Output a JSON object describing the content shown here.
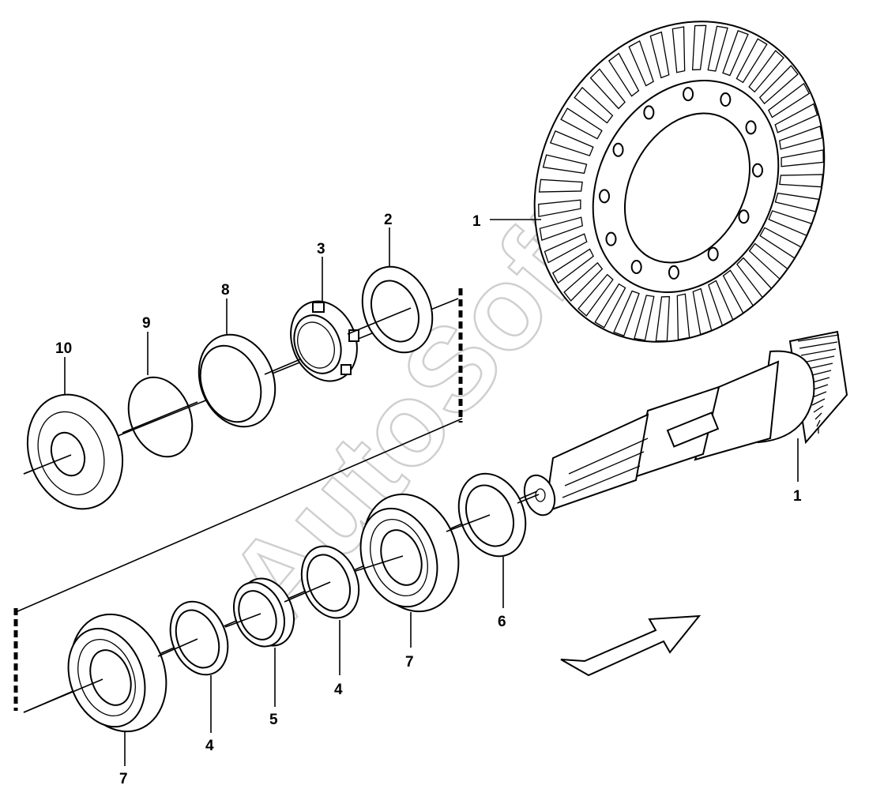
{
  "callouts": {
    "c1_ring": "1",
    "c1_pinion": "1",
    "c2": "2",
    "c3": "3",
    "c4_left": "4",
    "c4_right": "4",
    "c5": "5",
    "c6": "6",
    "c7_left": "7",
    "c7_right": "7",
    "c8": "8",
    "c9": "9",
    "c10": "10"
  },
  "watermark": "AutoSoft",
  "colors": {
    "line": "#000000",
    "background": "#ffffff",
    "watermark": "#cfcfcf"
  }
}
